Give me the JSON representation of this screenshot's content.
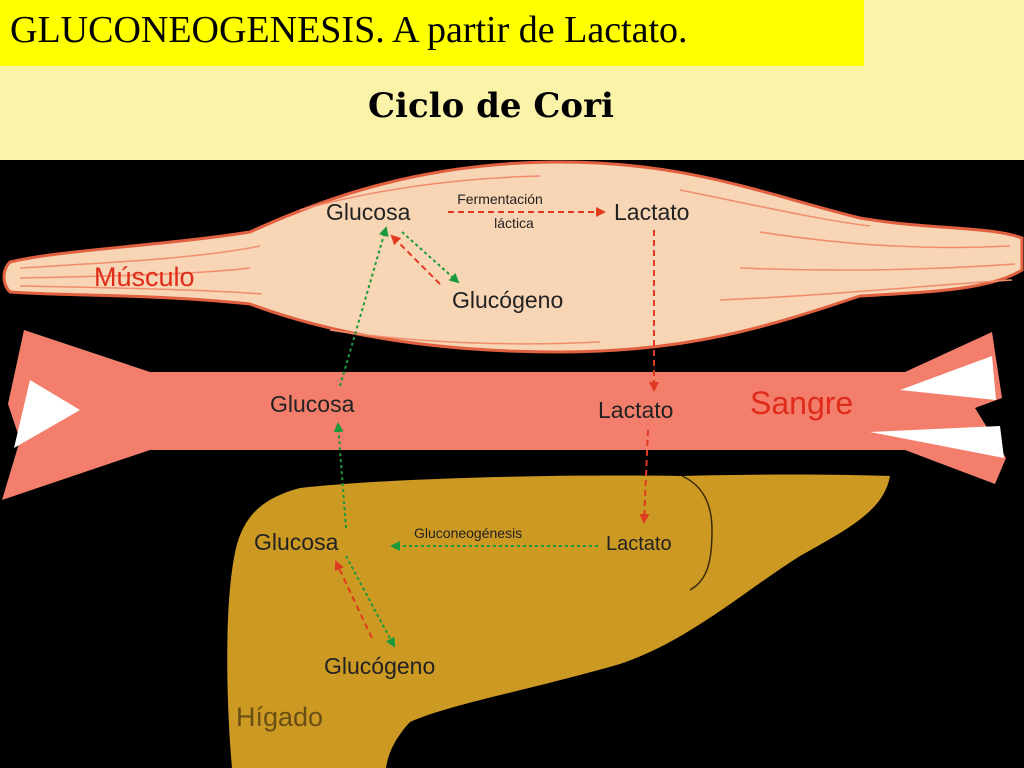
{
  "slide": {
    "title": "GLUCONEOGENESIS. A partir de Lactato.",
    "subtitle": "Ciclo de Cori"
  },
  "diagram": {
    "muscle": {
      "organ_label": "Músculo",
      "glucose": "Glucosa",
      "process_line1": "Fermentación",
      "process_line2": "láctica",
      "lactate": "Lactato",
      "glycogen": "Glucógeno"
    },
    "blood": {
      "organ_label": "Sangre",
      "glucose": "Glucosa",
      "lactate": "Lactato"
    },
    "liver": {
      "organ_label": "Hígado",
      "glucose": "Glucosa",
      "process": "Gluconeogénesis",
      "lactate": "Lactato",
      "glycogen": "Glucógeno"
    }
  },
  "colors": {
    "title_bg": "#ffff00",
    "header_bg": "#fbf3a8",
    "background": "#000000",
    "muscle_fill": "#f8d5b4",
    "muscle_stroke": "#e06040",
    "blood_fill": "#f47e6c",
    "liver_fill": "#cc9922",
    "organ_label_red": "#e02b1a",
    "arrow_red": "#e03a20",
    "arrow_green": "#1a9a3a"
  }
}
